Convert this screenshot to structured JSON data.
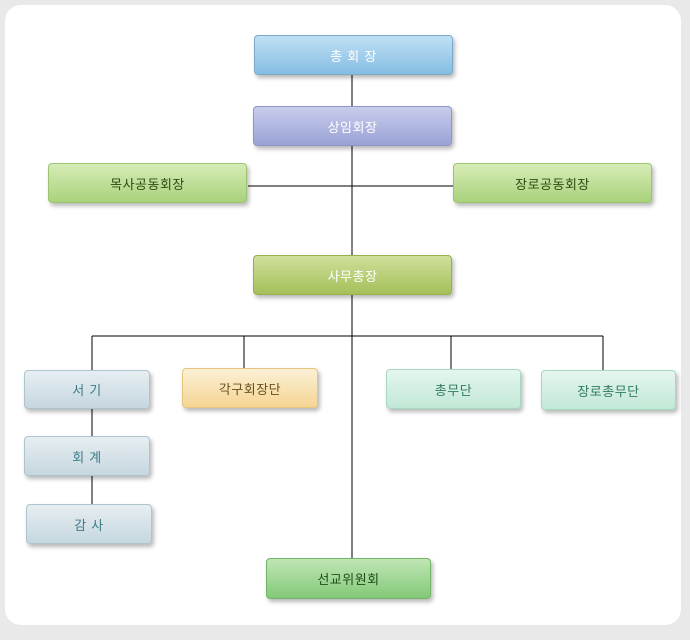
{
  "org_chart": {
    "president": "총 회 장",
    "standing_vice_president": "상임회장",
    "pastor_co_president": "목사공동회장",
    "elder_co_president": "장로공동회장",
    "secretary_general": "사무총장",
    "secretary": "서 기",
    "treasurer": "회 계",
    "auditor": "감 사",
    "regional_chairs": "각구회장단",
    "general_affairs": "총무단",
    "elder_general_affairs": "장로총무단",
    "mission_committee": "선교위원회"
  }
}
